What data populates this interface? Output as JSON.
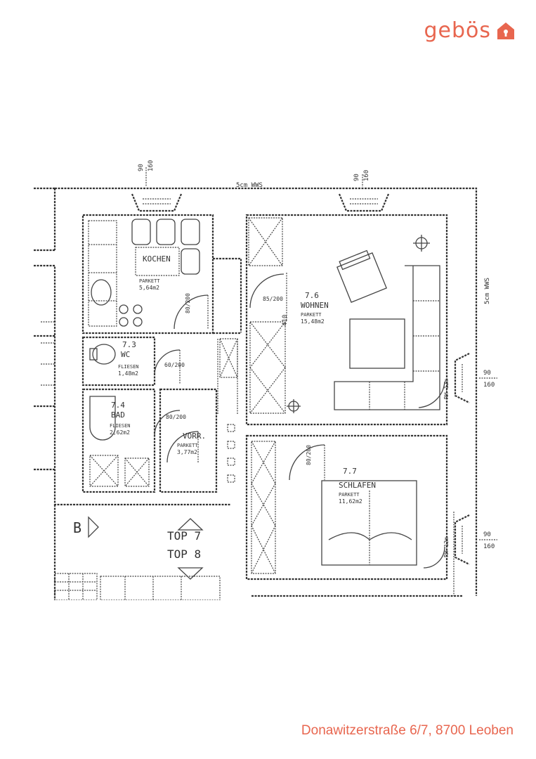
{
  "brand": {
    "name": "gebös",
    "color": "#e8664f",
    "icon": "house-lock-icon"
  },
  "plan": {
    "rooms": {
      "kitchen": {
        "name": "KOCHEN",
        "floor": "PARKETT",
        "area": "5,64m2"
      },
      "living": {
        "number": "7.6",
        "name": "WOHNEN",
        "floor": "PARKETT",
        "area": "15,48m2"
      },
      "wc": {
        "number": "7.3",
        "name": "WC",
        "floor": "FLIESEN",
        "area": "1,48m2"
      },
      "bath": {
        "number": "7.4",
        "name": "BAD",
        "floor": "FLIESEN",
        "area": "2,62m2"
      },
      "hall": {
        "name": "VORR.",
        "floor": "PARKETT",
        "area": "3,77m2"
      },
      "bedroom": {
        "number": "7.7",
        "name": "SCHLAFEN",
        "floor": "PARKETT",
        "area": "11,62m2"
      }
    },
    "doors": {
      "kitchen": "80/200",
      "living": "85/200",
      "wc": "60/200",
      "hall": "80/200",
      "bedroom": "80/200"
    },
    "dims": {
      "top_left_a": "90",
      "top_left_b": "160",
      "top_mid_a": "90",
      "top_mid_b": "160",
      "right_a": "90",
      "right_b": "160",
      "right_low_a": "90",
      "right_low_b": "160",
      "wall_top": "5cm WWS",
      "wall_right": "5cm WWS",
      "height_living": "410",
      "radiator_living": "RH-12m",
      "radiator_bed": "RH-12m"
    },
    "stair_label": "B",
    "top7": "TOP 7",
    "top8": "TOP 8"
  },
  "footer": {
    "address": "Donawitzerstraße 6/7, 8700 Leoben"
  }
}
